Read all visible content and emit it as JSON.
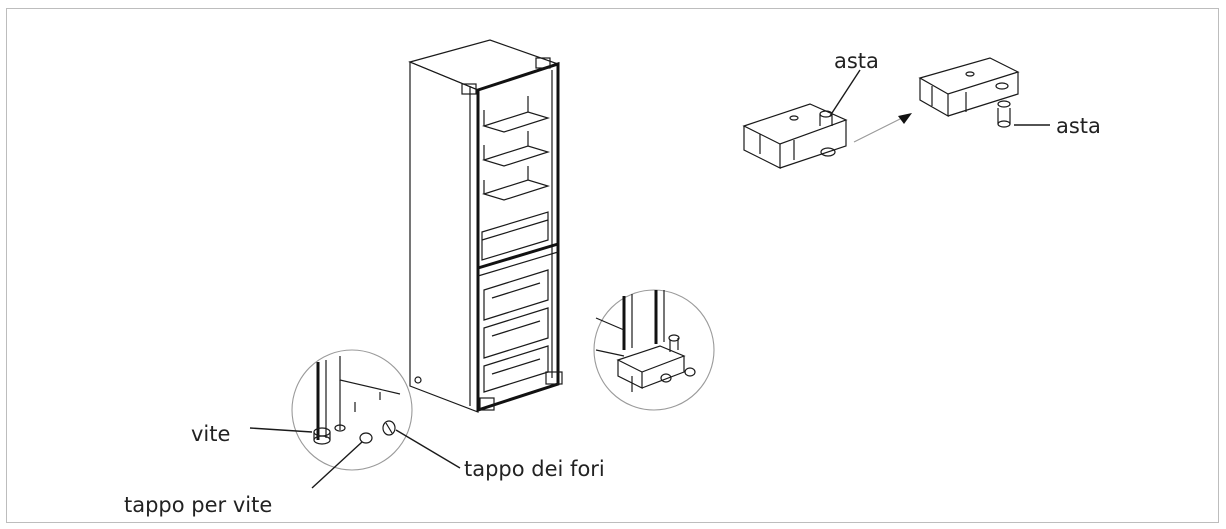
{
  "labels": {
    "rod_top": "asta",
    "rod_right": "asta",
    "screw": "vite",
    "hole_cap": "tappo dei fori",
    "screw_cap": "tappo per vite"
  }
}
